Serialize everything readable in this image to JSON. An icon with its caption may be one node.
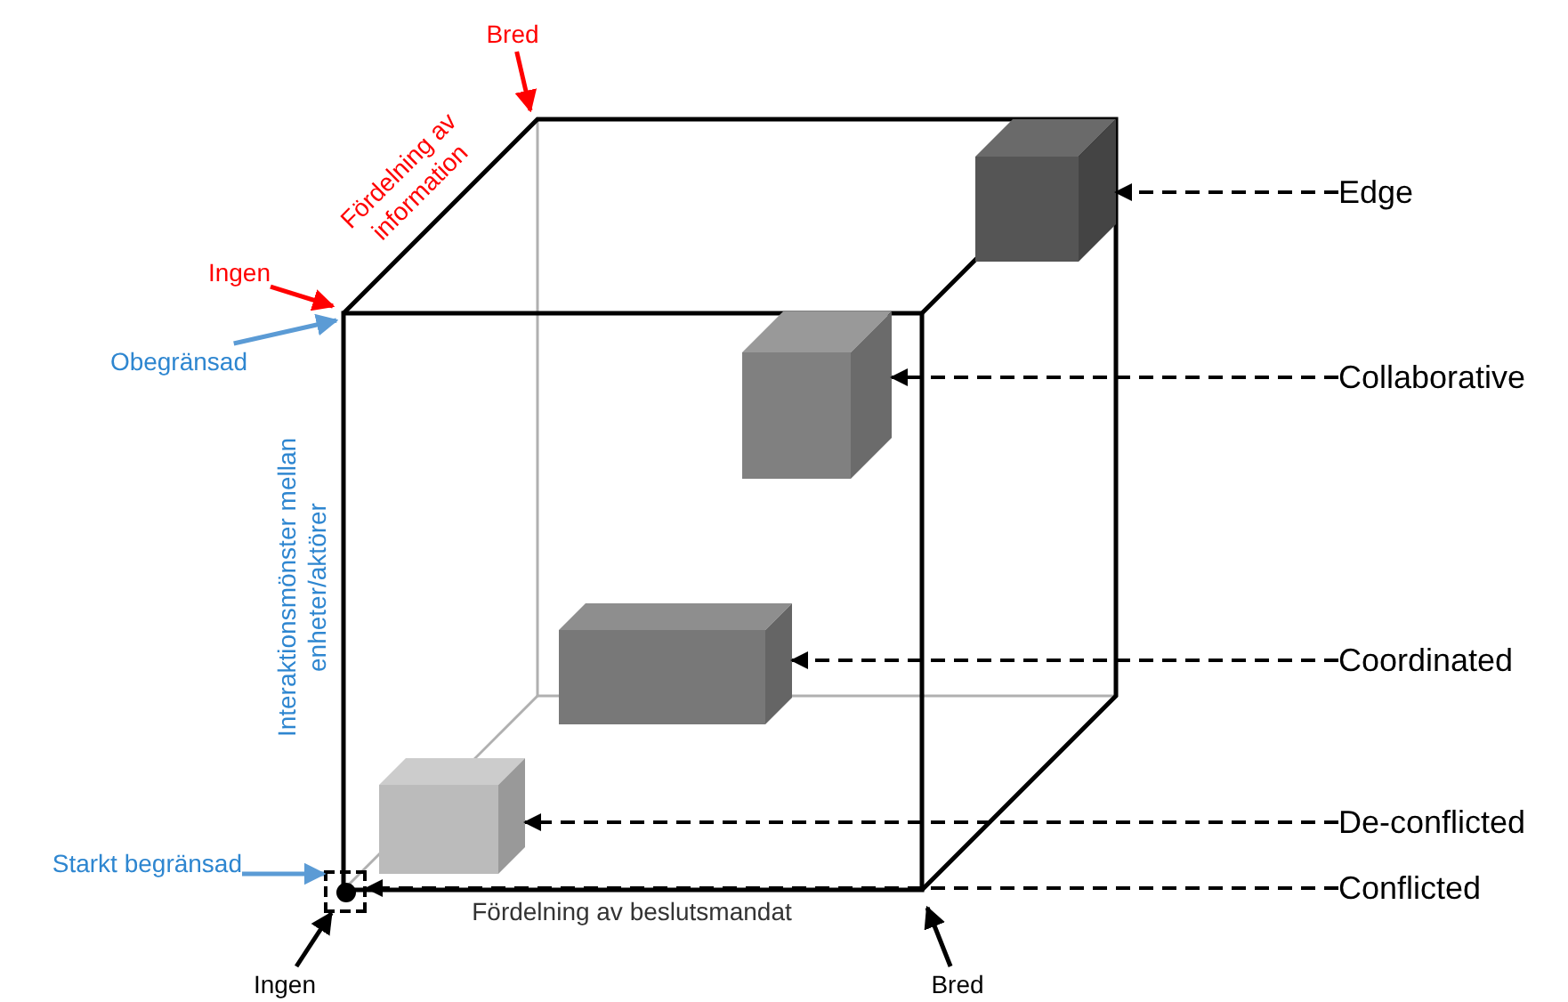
{
  "diagram": {
    "nodes": [
      {
        "text": [
          "Edge"
        ]
      },
      {
        "text": [
          "Collaborative"
        ]
      },
      {
        "text": [
          "Coordinated"
        ]
      },
      {
        "text": [
          "De-conflicted"
        ]
      },
      {
        "text": [
          "Conflicted"
        ]
      },
      {
        "text": [],
        "shape": "box"
      },
      {
        "text": [],
        "shape": "box"
      },
      {
        "text": [],
        "shape": "box"
      },
      {
        "text": [],
        "shape": "box"
      },
      {
        "text": [],
        "shape": "box"
      },
      {
        "text": [
          "Bred"
        ]
      },
      {
        "text": [
          "Ingen"
        ]
      },
      {
        "text": [
          "Obegränsad"
        ]
      },
      {
        "text": [
          "Starkt begränsad"
        ]
      },
      {
        "text": [
          "Ingen"
        ]
      },
      {
        "text": [
          "Bred"
        ]
      }
    ],
    "edges": [
      {
        "from": 0,
        "to": 5,
        "arrow": "to",
        "style": "dashed"
      },
      {
        "from": 1,
        "to": 6,
        "arrow": "to",
        "style": "dashed"
      },
      {
        "from": 2,
        "to": 7,
        "arrow": "to",
        "style": "dashed"
      },
      {
        "from": 3,
        "to": 8,
        "arrow": "to",
        "style": "dashed"
      },
      {
        "from": 4,
        "to": 9,
        "arrow": "to",
        "style": "dashed"
      },
      {
        "from": 10,
        "to": null,
        "arrow": "to",
        "color": "#ff0000"
      },
      {
        "from": 11,
        "to": null,
        "arrow": "to",
        "color": "#ff0000"
      },
      {
        "from": 12,
        "to": null,
        "arrow": "to",
        "color": "#5b9bd5"
      },
      {
        "from": 13,
        "to": 9,
        "arrow": "to",
        "color": "#5b9bd5"
      },
      {
        "from": 14,
        "to": 9,
        "arrow": "to"
      },
      {
        "from": 15,
        "to": null,
        "arrow": "to"
      }
    ],
    "labels": [
      "Fördelning av information",
      "Interaktionsmönster mellan enheter/aktörer",
      "Fördelning av beslutsmandat"
    ]
  }
}
